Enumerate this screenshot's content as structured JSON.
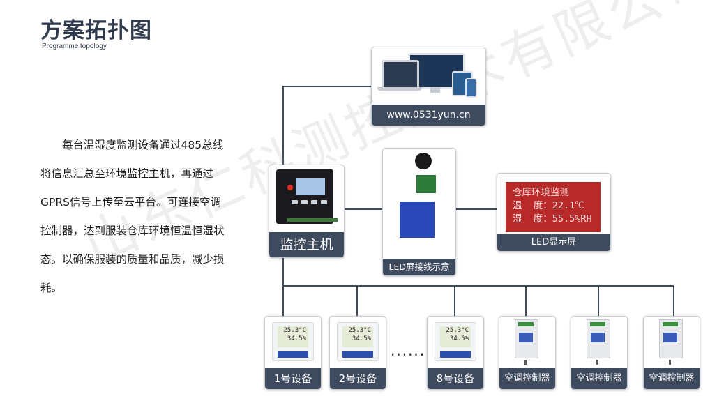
{
  "header": {
    "title": "方案拓扑图",
    "subtitle": "Programme  topology"
  },
  "description": "每台温湿度监测设备通过485总线将信息汇总至环境监控主机，再通过GPRS信号上传至云平台。可连接空调控制器，达到服装仓库环境恒温恒湿状态。以确保服装的质量和品质，减少损耗。",
  "watermark": "山东仁科测控技术有限公司",
  "nodes": {
    "website": {
      "label": "www.0531yun.cn"
    },
    "host": {
      "label": "监控主机"
    },
    "led_wiring": {
      "label": "LED屏接线示意"
    },
    "led_display": {
      "label": "LED显示屏",
      "line1": "仓库环境监测",
      "line2": "温  度：22.1℃",
      "line3": "湿  度：55.5%RH"
    },
    "devices": [
      {
        "label": "1号设备",
        "temp": "25.3°C",
        "hum": "34.5%"
      },
      {
        "label": "2号设备",
        "temp": "25.3°C",
        "hum": "34.5%"
      },
      {
        "label": "8号设备",
        "temp": "25.3°C",
        "hum": "34.5%"
      }
    ],
    "ellipsis": "······",
    "controllers": [
      {
        "label": "空调控制器"
      },
      {
        "label": "空调控制器"
      },
      {
        "label": "空调控制器"
      }
    ]
  },
  "colors": {
    "caption_bg": "#3e4a5e",
    "connector": "#3e4a5e",
    "title": "#2f3a4c",
    "led_red": "#b82a2a"
  }
}
